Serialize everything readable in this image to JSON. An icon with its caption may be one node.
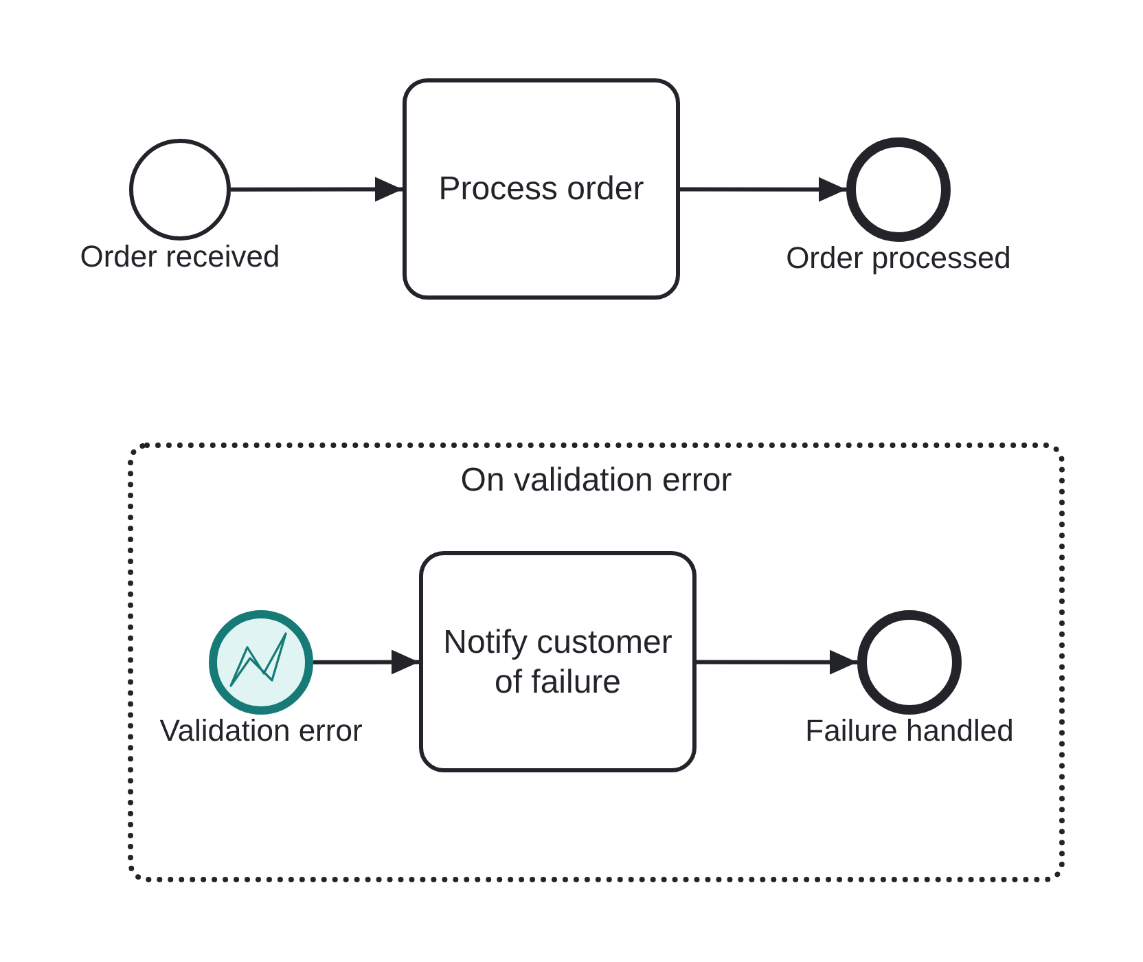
{
  "diagram": {
    "nodes": [
      {
        "text": [],
        "shape": "circle",
        "beside": [
          "Order received"
        ]
      },
      {
        "text": [
          "Process order"
        ]
      },
      {
        "text": [],
        "shape": "circle",
        "beside": [
          "Order processed"
        ]
      },
      {
        "text": [
          "On validation error"
        ]
      },
      {
        "text": [],
        "shape": "circle",
        "in": 3,
        "beside": [
          "Validation error"
        ]
      },
      {
        "text": [
          "Notify customer of failure"
        ],
        "in": 3
      },
      {
        "text": [],
        "shape": "circle",
        "in": 3,
        "beside": [
          "Failure handled"
        ]
      }
    ],
    "edges": [
      {
        "from": 0,
        "to": 1,
        "arrow": "to"
      },
      {
        "from": 1,
        "to": 2,
        "arrow": "to"
      },
      {
        "from": 4,
        "to": 5,
        "arrow": "to"
      },
      {
        "from": 5,
        "to": 6,
        "arrow": "to"
      }
    ]
  }
}
